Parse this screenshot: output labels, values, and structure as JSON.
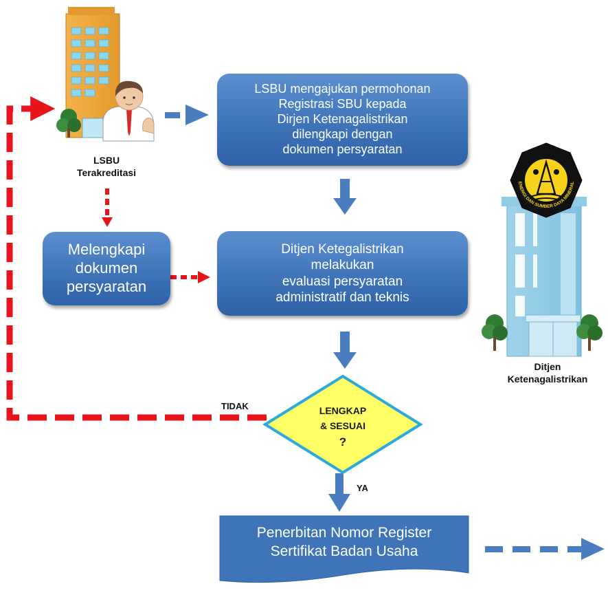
{
  "lsbu_box": {
    "lines": [
      "LSBU mengajukan permohonan",
      "Registrasi SBU kepada",
      "Dirjen Ketenagalistrikan",
      "dilengkapi dengan",
      "dokumen persyaratan"
    ]
  },
  "eval_box": {
    "lines": [
      "Ditjen Ketegalistrikan",
      "melakukan",
      "evaluasi persyaratan",
      "administratif dan teknis"
    ]
  },
  "complete_box": {
    "lines": [
      "Melengkapi",
      "dokumen",
      "persyaratan"
    ]
  },
  "decision": {
    "lines": [
      "LENGKAP",
      "& SESUAI",
      "?"
    ]
  },
  "final_box": {
    "lines": [
      "Penerbitan Nomor Register",
      "Sertifikat Badan Usaha"
    ]
  },
  "labels": {
    "lsbu": [
      "LSBU",
      "Terakreditasi"
    ],
    "ditjen": [
      "Ditjen",
      "Ketenagalistrikan"
    ],
    "tidak": "TIDAK",
    "ya": "YA"
  },
  "logo_ring_text": "ENERGI DAN SUMBER DAYA MINERAL",
  "colors": {
    "box": "#3f74b8",
    "flow_arrow": "#4a7cc0",
    "reject_arrow": "#e8141c",
    "diamond_fill": "#ffff66",
    "diamond_stroke": "#29a9e0"
  }
}
